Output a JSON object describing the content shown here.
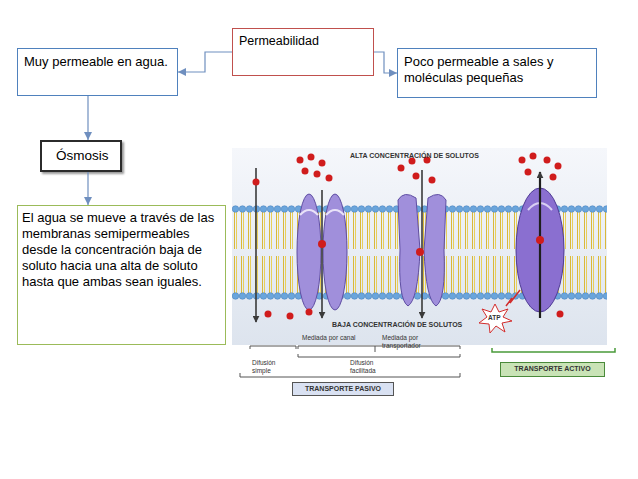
{
  "diagram": {
    "nodes": [
      {
        "text": [
          "Permeabilidad"
        ]
      },
      {
        "text": [
          "Muy permeable en agua."
        ]
      },
      {
        "text": [
          "Poco permeable a sales y moléculas pequeñas"
        ]
      },
      {
        "text": [
          "Ósmosis"
        ]
      },
      {
        "text": [
          "El agua se mueve a través de las membranas semipermeables desde la concentración baja de soluto hacia una alta de soluto hasta que ambas sean iguales."
        ]
      }
    ],
    "edges": [
      {
        "from": 0,
        "to": 1,
        "arrow": "to"
      },
      {
        "from": 0,
        "to": 2,
        "arrow": "to"
      },
      {
        "from": 1,
        "to": 3,
        "arrow": "to"
      },
      {
        "from": 3,
        "to": 4,
        "arrow": "to"
      }
    ],
    "labels": [
      "ALTA CONCENTRACIÓN DE SOLUTOS",
      "ATP",
      "BAJA CONCENTRACIÓN DE SOLUTOS",
      "Mediada por canal",
      "Mediada por transportador",
      "Difusión simple",
      "Difusión facilitada",
      "TRANSPORTE ACTIVO",
      "TRANSPORTE PASIVO"
    ]
  }
}
